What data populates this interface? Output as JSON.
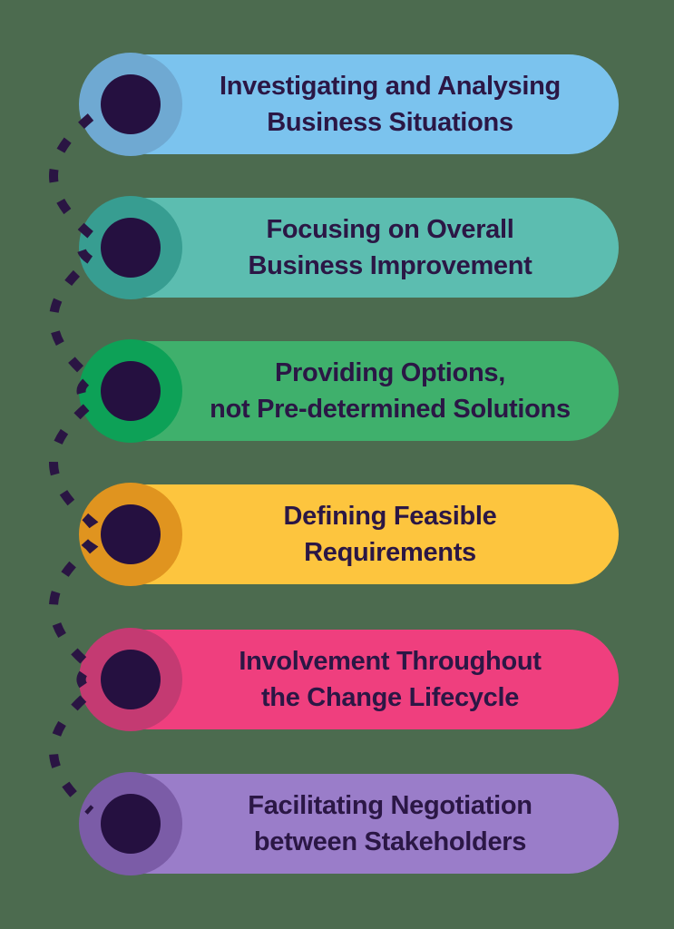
{
  "background_color": "#4C6B4F",
  "text_color": "#2B1745",
  "connector": {
    "color": "#2A1543",
    "style": "dashed"
  },
  "items": [
    {
      "label": "Investigating and Analysing\nBusiness Situations",
      "pill_color": "#7BC3EE",
      "circle_color": "#6FA9D2",
      "dot_color": "#251040"
    },
    {
      "label": "Focusing on Overall\nBusiness Improvement",
      "pill_color": "#5CBDB0",
      "circle_color": "#379D91",
      "dot_color": "#251040"
    },
    {
      "label": "Providing Options,\nnot Pre-determined Solutions",
      "pill_color": "#3FB06C",
      "circle_color": "#0DA157",
      "dot_color": "#251040"
    },
    {
      "label": "Defining Feasible\nRequirements",
      "pill_color": "#FDC53E",
      "circle_color": "#E0941F",
      "dot_color": "#251040"
    },
    {
      "label": "Involvement Throughout\nthe Change Lifecycle",
      "pill_color": "#EF3F7E",
      "circle_color": "#C43A72",
      "dot_color": "#251040"
    },
    {
      "label": "Facilitating Negotiation\nbetween Stakeholders",
      "pill_color": "#9A7DC9",
      "circle_color": "#7B5CA7",
      "dot_color": "#251040"
    }
  ]
}
